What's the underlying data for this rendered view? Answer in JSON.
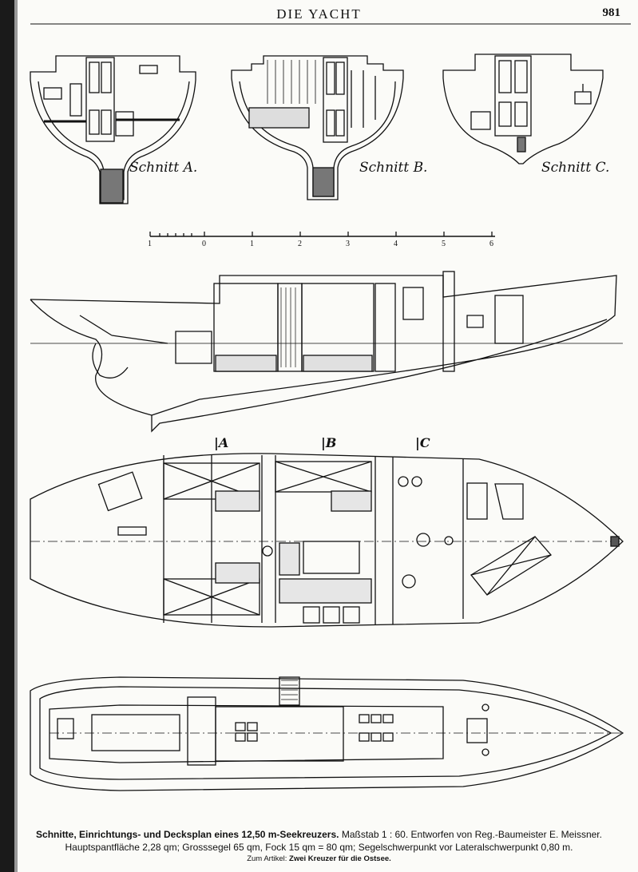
{
  "header": {
    "title": "DIE YACHT",
    "page_number": "981"
  },
  "sections": {
    "a": "Schnitt A.",
    "b": "Schnitt B.",
    "c": "Schnitt C."
  },
  "scale": {
    "ticks": [
      "1",
      "0",
      "1",
      "2",
      "3",
      "4",
      "5",
      "6"
    ]
  },
  "markers": {
    "a": "A",
    "b": "B",
    "c": "C"
  },
  "caption": {
    "line1_bold": "Schnitte, Einrichtungs- und Decksplan eines 12,50 m-Seekreuzers.",
    "line1_rest": " Maßstab 1 : 60.  Entworfen von Reg.-Baumeister E. Meissner.",
    "line2": "Hauptspantfläche 2,28 qm; Grosssegel 65 qm, Fock 15 qm = 80 qm; Segelschwerpunkt vor Lateralschwerpunkt 0,80 m.",
    "line3_prefix": "Zum Artikel: ",
    "line3_bold": "Zwei Kreuzer für die Ostsee."
  }
}
